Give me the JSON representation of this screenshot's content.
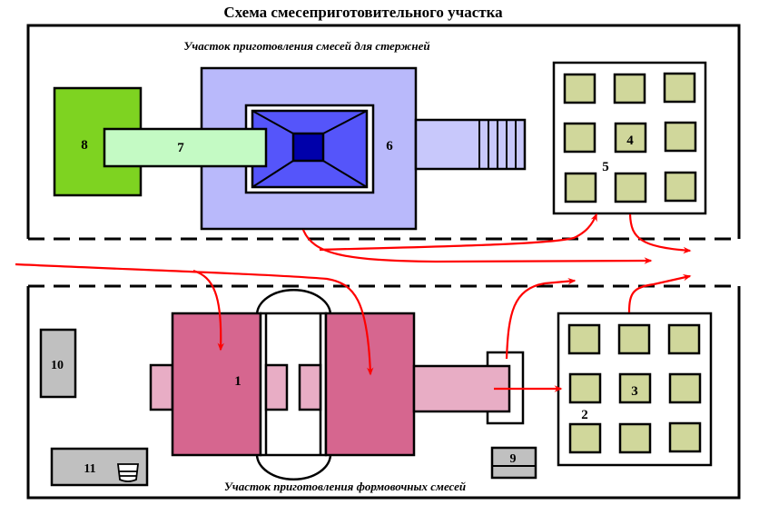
{
  "title": "Схема смесеприготовительного участка",
  "sections": {
    "core_mix": {
      "label": "Участок приготовления смесей для стержней"
    },
    "molding_mix": {
      "label": "Участок приготовления формовочных смесей"
    }
  },
  "equipment": {
    "mixer_1": "1",
    "storage_area_2": "2",
    "bin_3": "3",
    "bin_4": "4",
    "storage_area_5": "5",
    "core_mixer_6": "6",
    "conveyor_7": "7",
    "unit_8": "8",
    "unit_9": "9",
    "unit_10": "10",
    "unit_11": "11"
  },
  "colors": {
    "unit_8": "#7ed321",
    "conveyor_7": "#c4fac4",
    "core_mixer_outer": "#b9b9fb",
    "core_mixer_inner": "#5555fa",
    "core_mixer_center": "#0000aa",
    "mixer_1": "#d6668f",
    "mixer_1_light": "#e8adc5",
    "bins": "#d0d79b",
    "grey_units": "#c0c0c0",
    "flow_arrows": "#ff0000"
  }
}
